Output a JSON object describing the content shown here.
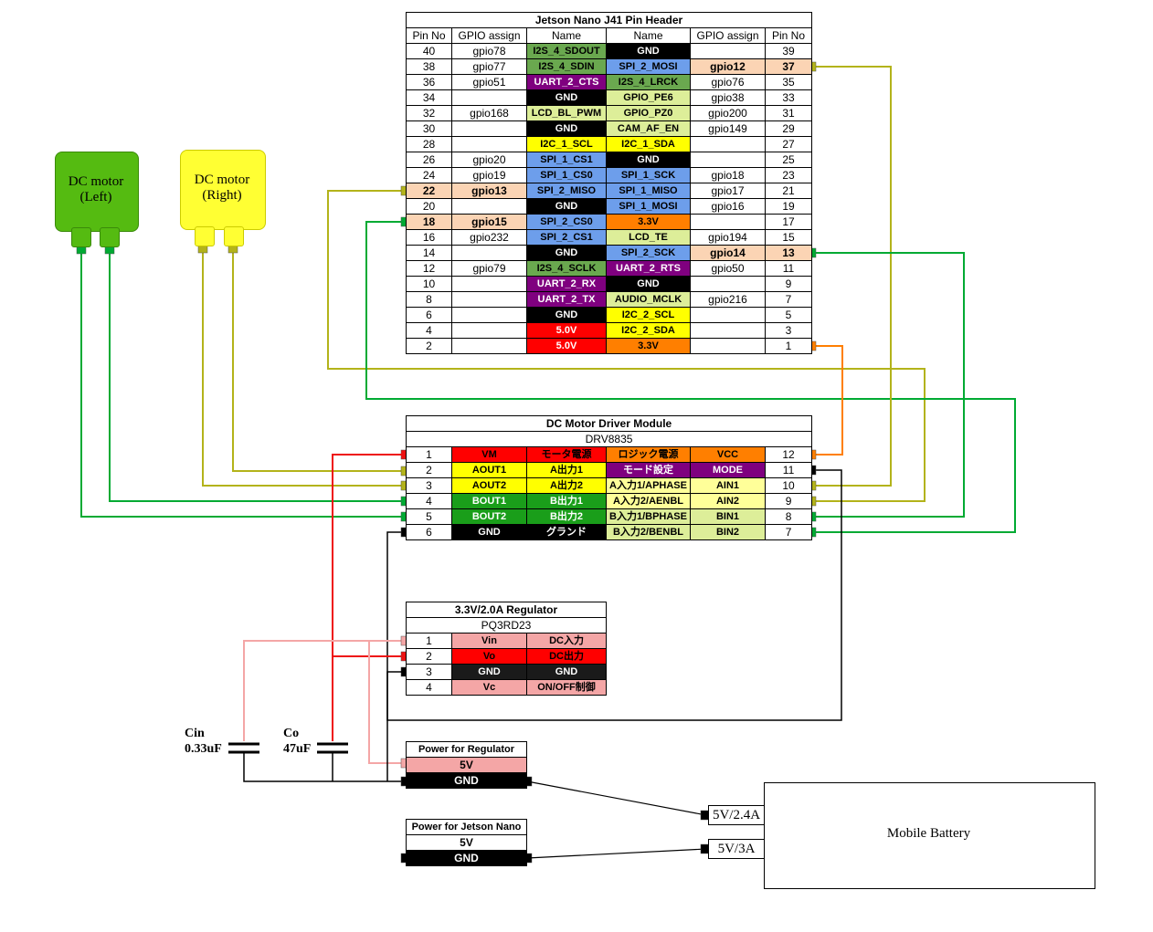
{
  "colors": {
    "i2s": "#6aa84f",
    "spi": "#6d9eeb",
    "uart": "#7f007f",
    "gnd": "#000000",
    "gpio_cam": "#ddee99",
    "i2c": "#ffff00",
    "v33": "#ff7f00",
    "v50": "#ff0000",
    "highlight": "#fbd4b4",
    "green": "#00aa33",
    "olive": "#b3b31a",
    "red": "#ee1111",
    "pink": "#f4a6a6",
    "orange": "#ff7f00",
    "yellow": "#ffff00",
    "dark_green": "#1a9e1a",
    "motor_left": "#55bb11",
    "motor_right": "#ffff33"
  },
  "motors": {
    "left": {
      "line1": "DC motor",
      "line2": "(Left)"
    },
    "right": {
      "line1": "DC motor",
      "line2": "(Right)"
    }
  },
  "j41": {
    "title": "Jetson Nano J41 Pin Header",
    "headers": [
      "Pin No",
      "GPIO assign",
      "Name",
      "Name",
      "GPIO assign",
      "Pin No"
    ],
    "rows": [
      {
        "lp": "40",
        "lg": "gpio78",
        "ln": "I2S_4_SDOUT",
        "lc": "i2s",
        "rn": "GND",
        "rc": "gnd",
        "rg": "",
        "rp": "39"
      },
      {
        "lp": "38",
        "lg": "gpio77",
        "ln": "I2S_4_SDIN",
        "lc": "i2s",
        "rn": "SPI_2_MOSI",
        "rc": "spi",
        "rg": "gpio12",
        "rp": "37",
        "rh": true
      },
      {
        "lp": "36",
        "lg": "gpio51",
        "ln": "UART_2_CTS",
        "lc": "uart",
        "rn": "I2S_4_LRCK",
        "rc": "i2s",
        "rg": "gpio76",
        "rp": "35"
      },
      {
        "lp": "34",
        "lg": "",
        "ln": "GND",
        "lc": "gnd",
        "rn": "GPIO_PE6",
        "rc": "gpio_cam",
        "rg": "gpio38",
        "rp": "33"
      },
      {
        "lp": "32",
        "lg": "gpio168",
        "ln": "LCD_BL_PWM",
        "lc": "gpio_cam",
        "rn": "GPIO_PZ0",
        "rc": "gpio_cam",
        "rg": "gpio200",
        "rp": "31"
      },
      {
        "lp": "30",
        "lg": "",
        "ln": "GND",
        "lc": "gnd",
        "rn": "CAM_AF_EN",
        "rc": "gpio_cam",
        "rg": "gpio149",
        "rp": "29"
      },
      {
        "lp": "28",
        "lg": "",
        "ln": "I2C_1_SCL",
        "lc": "i2c",
        "rn": "I2C_1_SDA",
        "rc": "i2c",
        "rg": "",
        "rp": "27"
      },
      {
        "lp": "26",
        "lg": "gpio20",
        "ln": "SPI_1_CS1",
        "lc": "spi",
        "rn": "GND",
        "rc": "gnd",
        "rg": "",
        "rp": "25"
      },
      {
        "lp": "24",
        "lg": "gpio19",
        "ln": "SPI_1_CS0",
        "lc": "spi",
        "rn": "SPI_1_SCK",
        "rc": "spi",
        "rg": "gpio18",
        "rp": "23"
      },
      {
        "lp": "22",
        "lg": "gpio13",
        "ln": "SPI_2_MISO",
        "lc": "spi",
        "rn": "SPI_1_MISO",
        "rc": "spi",
        "rg": "gpio17",
        "rp": "21",
        "lh": true
      },
      {
        "lp": "20",
        "lg": "",
        "ln": "GND",
        "lc": "gnd",
        "rn": "SPI_1_MOSI",
        "rc": "spi",
        "rg": "gpio16",
        "rp": "19"
      },
      {
        "lp": "18",
        "lg": "gpio15",
        "ln": "SPI_2_CS0",
        "lc": "spi",
        "rn": "3.3V",
        "rc": "v33",
        "rg": "",
        "rp": "17",
        "lh": true
      },
      {
        "lp": "16",
        "lg": "gpio232",
        "ln": "SPI_2_CS1",
        "lc": "spi",
        "rn": "LCD_TE",
        "rc": "gpio_cam",
        "rg": "gpio194",
        "rp": "15"
      },
      {
        "lp": "14",
        "lg": "",
        "ln": "GND",
        "lc": "gnd",
        "rn": "SPI_2_SCK",
        "rc": "spi",
        "rg": "gpio14",
        "rp": "13",
        "rh": true
      },
      {
        "lp": "12",
        "lg": "gpio79",
        "ln": "I2S_4_SCLK",
        "lc": "i2s",
        "rn": "UART_2_RTS",
        "rc": "uart",
        "rg": "gpio50",
        "rp": "11"
      },
      {
        "lp": "10",
        "lg": "",
        "ln": "UART_2_RX",
        "lc": "uart",
        "rn": "GND",
        "rc": "gnd",
        "rg": "",
        "rp": "9"
      },
      {
        "lp": "8",
        "lg": "",
        "ln": "UART_2_TX",
        "lc": "uart",
        "rn": "AUDIO_MCLK",
        "rc": "gpio_cam",
        "rg": "gpio216",
        "rp": "7"
      },
      {
        "lp": "6",
        "lg": "",
        "ln": "GND",
        "lc": "gnd",
        "rn": "I2C_2_SCL",
        "rc": "i2c",
        "rg": "",
        "rp": "5"
      },
      {
        "lp": "4",
        "lg": "",
        "ln": "5.0V",
        "lc": "v50",
        "rn": "I2C_2_SDA",
        "rc": "i2c",
        "rg": "",
        "rp": "3"
      },
      {
        "lp": "2",
        "lg": "",
        "ln": "5.0V",
        "lc": "v50",
        "rn": "3.3V",
        "rc": "v33",
        "rg": "",
        "rp": "1"
      }
    ]
  },
  "drv": {
    "title": "DC Motor Driver Module",
    "subtitle": "DRV8835",
    "rows": [
      {
        "lp": "1",
        "a": "VM",
        "ac": "#ff0000",
        "at": "#000",
        "b": "モータ電源",
        "bc": "#ff0000",
        "bt": "#000",
        "c": "ロジック電源",
        "cc": "#ff7f00",
        "ct": "#000",
        "d": "VCC",
        "dc": "#ff7f00",
        "dt": "#000",
        "rp": "12"
      },
      {
        "lp": "2",
        "a": "AOUT1",
        "ac": "#ffff00",
        "at": "#000",
        "b": "A出力1",
        "bc": "#ffff00",
        "bt": "#000",
        "c": "モード設定",
        "cc": "#7f007f",
        "ct": "#fff",
        "d": "MODE",
        "dc": "#7f007f",
        "dt": "#fff",
        "rp": "11"
      },
      {
        "lp": "3",
        "a": "AOUT2",
        "ac": "#ffff00",
        "at": "#000",
        "b": "A出力2",
        "bc": "#ffff00",
        "bt": "#000",
        "c": "A入力1/APHASE",
        "cc": "#ffff99",
        "ct": "#000",
        "d": "AIN1",
        "dc": "#ffff99",
        "dt": "#000",
        "rp": "10"
      },
      {
        "lp": "4",
        "a": "BOUT1",
        "ac": "#1a9e1a",
        "at": "#fff",
        "b": "B出力1",
        "bc": "#1a9e1a",
        "bt": "#fff",
        "c": "A入力2/AENBL",
        "cc": "#ffff99",
        "ct": "#000",
        "d": "AIN2",
        "dc": "#ffff99",
        "dt": "#000",
        "rp": "9"
      },
      {
        "lp": "5",
        "a": "BOUT2",
        "ac": "#1a9e1a",
        "at": "#fff",
        "b": "B出力2",
        "bc": "#1a9e1a",
        "bt": "#fff",
        "c": "B入力1/BPHASE",
        "cc": "#ddee99",
        "ct": "#000",
        "d": "BIN1",
        "dc": "#ddee99",
        "dt": "#000",
        "rp": "8"
      },
      {
        "lp": "6",
        "a": "GND",
        "ac": "#000000",
        "at": "#fff",
        "b": "グランド",
        "bc": "#000000",
        "bt": "#fff",
        "c": "B入力2/BENBL",
        "cc": "#ddee99",
        "ct": "#000",
        "d": "BIN2",
        "dc": "#ddee99",
        "dt": "#000",
        "rp": "7"
      }
    ]
  },
  "reg": {
    "title": "3.3V/2.0A Regulator",
    "subtitle": "PQ3RD23",
    "rows": [
      {
        "p": "1",
        "a": "Vin",
        "b": "DC入力",
        "c": "#f4a6a6",
        "t": "#000"
      },
      {
        "p": "2",
        "a": "Vo",
        "b": "DC出力",
        "c": "#ff0000",
        "t": "#000"
      },
      {
        "p": "3",
        "a": "GND",
        "b": "GND",
        "c": "#1a1a1a",
        "t": "#fff"
      },
      {
        "p": "4",
        "a": "Vc",
        "b": "ON/OFF制御",
        "c": "#f4a6a6",
        "t": "#000"
      }
    ]
  },
  "power_reg": {
    "title": "Power for Regulator",
    "v5": "5V",
    "gnd": "GND"
  },
  "power_jetson": {
    "title": "Power for Jetson Nano",
    "v5": "5V",
    "gnd": "GND"
  },
  "battery": {
    "label": "Mobile Battery",
    "port1": "5V/2.4A",
    "port2": "5V/3A"
  },
  "caps": {
    "cin_name": "Cin",
    "cin_value": "0.33uF",
    "co_name": "Co",
    "co_value": "47uF"
  }
}
